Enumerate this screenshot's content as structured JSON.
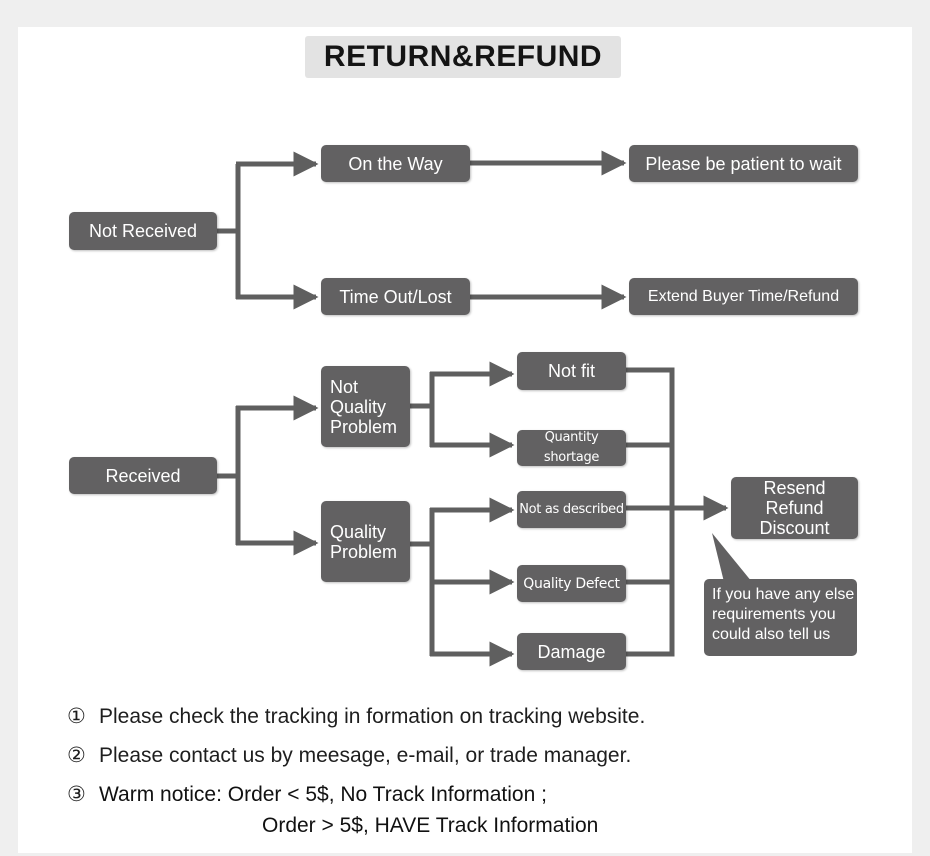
{
  "title": "RETURN&REFUND",
  "colors": {
    "node": "#626162",
    "line": "#5f5f5f",
    "title_bg": "#e3e3e3",
    "page_bg": "#efefef"
  },
  "nodes": {
    "not_received": "Not Received",
    "on_the_way": "On the Way",
    "patient": "Please be patient to wait",
    "time_out": "Time Out/Lost",
    "extend": "Extend Buyer Time/Refund",
    "received": "Received",
    "not_quality_1": "Not",
    "not_quality_2": "Quality",
    "not_quality_3": "Problem",
    "quality_1": "Quality",
    "quality_2": "Problem",
    "not_fit": "Not fit",
    "quantity_shortage": "Quantity shortage",
    "not_as_described": "Not as described",
    "quality_defect": "Quality Defect",
    "damage": "Damage",
    "resend_1": "Resend",
    "resend_2": "Refund",
    "resend_3": "Discount"
  },
  "bubble": {
    "line1": "If you have any else",
    "line2": "requirements you",
    "line3": "could also tell us"
  },
  "notes": {
    "n1": "①",
    "t1": "Please check the tracking in formation on tracking website.",
    "n2": "②",
    "t2": "Please contact us by meesage, e-mail, or trade manager.",
    "n3": "③",
    "t3a": "Warm notice:  Order < 5$,  No Track Information ;",
    "t3b": "Order > 5$,  HAVE Track Information"
  }
}
